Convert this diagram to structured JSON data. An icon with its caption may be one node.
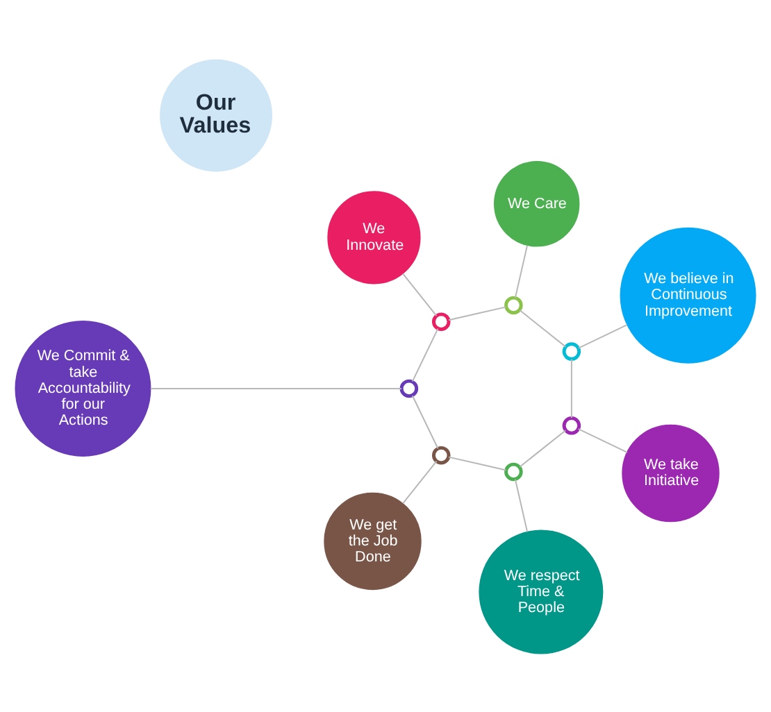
{
  "diagram": {
    "nodes": [
      {
        "text": [
          "We Commit & take Accountability for our Actions"
        ]
      },
      {
        "text": [
          "We Innovate"
        ]
      },
      {
        "text": [
          "We Care"
        ]
      },
      {
        "text": [
          "We get the Job Done"
        ]
      },
      {
        "text": [
          "Our Values"
        ]
      },
      {
        "text": [
          "We believe in Continuous Improvement"
        ]
      },
      {
        "text": [
          "We respect Time & People"
        ]
      },
      {
        "text": [
          "We take Initiative"
        ]
      },
      {
        "text": [],
        "shape": "circle"
      },
      {
        "text": [],
        "shape": "circle"
      },
      {
        "text": [],
        "shape": "circle"
      },
      {
        "text": [],
        "shape": "circle"
      },
      {
        "text": [],
        "shape": "circle"
      },
      {
        "text": [],
        "shape": "circle"
      },
      {
        "text": [],
        "shape": "circle"
      }
    ],
    "edges": [
      {
        "from": 0,
        "to": 9,
        "arrow": "none"
      },
      {
        "from": 1,
        "to": 8,
        "arrow": "none"
      },
      {
        "from": 2,
        "to": 10,
        "arrow": "none"
      },
      {
        "from": 3,
        "to": 11,
        "arrow": "none"
      },
      {
        "from": 12,
        "to": 5,
        "arrow": "none"
      },
      {
        "from": 13,
        "to": 6,
        "arrow": "none"
      },
      {
        "from": 14,
        "to": 7,
        "arrow": "none"
      },
      {
        "from": 9,
        "to": 8,
        "arrow": "none"
      },
      {
        "from": 8,
        "to": 10,
        "arrow": "none"
      },
      {
        "from": 10,
        "to": 12,
        "arrow": "none"
      },
      {
        "from": 12,
        "to": 14,
        "arrow": "none"
      },
      {
        "from": 13,
        "to": 14,
        "arrow": "none"
      },
      {
        "from": 11,
        "to": 13,
        "arrow": "none"
      },
      {
        "from": 9,
        "to": 11,
        "arrow": "none"
      }
    ]
  }
}
